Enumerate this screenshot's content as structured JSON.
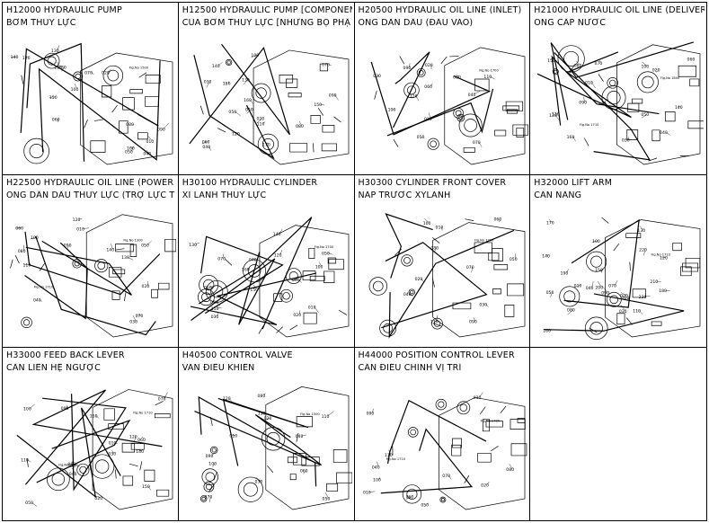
{
  "cells": [
    {
      "code": "H12000 HYDRAULIC PUMP",
      "vi": "BƠM THỦY LỰC"
    },
    {
      "code": "H12500 HYDRAULIC PUMP [COMPONEN",
      "vi": "CỦA BƠM THỦY LỰC [NHỮNG BỘ PHẬ"
    },
    {
      "code": "H20500 HYDRAULIC OIL LINE (INLET)",
      "vi": "ỐNG DẪN DẦU (ĐẦU VÀO)"
    },
    {
      "code": "H21000 HYDRAULIC OIL LINE (DELIVERY",
      "vi": "ỐNG CẤP NƯỚC"
    },
    {
      "code": "H22500 HYDRAULIC OIL LINE (POWER S",
      "vi": "ỐNG DẪN DẦU THỦY LỰC (TRỢ LỰC T"
    },
    {
      "code": "H30100 HYDRAULIC CYLINDER",
      "vi": "XI LANH THUỶ LỰC"
    },
    {
      "code": "H30300 CYLINDER FRONT COVER",
      "vi": "NẮP TRƯỚC XYLANH"
    },
    {
      "code": "H32000 LIFT ARM",
      "vi": "CẦN NÂNG"
    },
    {
      "code": "H33000 FEED BACK LEVER",
      "vi": "CẦN LIÊN HỆ NGƯỢC"
    },
    {
      "code": "H40500 CONTROL VALVE",
      "vi": "VAN ĐIỀU KHIỂN"
    },
    {
      "code": "H44000 POSITION CONTROL LEVER",
      "vi": "CẦN ĐIỀU CHỈNH VỊ TRÍ"
    }
  ],
  "part_labels": [
    [
      "010",
      "020",
      "030",
      "040",
      "050",
      "060",
      "070",
      "080",
      "090",
      "100",
      "110",
      "120",
      "130",
      "140",
      "150",
      "160"
    ],
    [
      "010",
      "020",
      "030",
      "040",
      "050",
      "060",
      "070",
      "080",
      "090",
      "100",
      "110",
      "120",
      "130",
      "140",
      "150",
      "160",
      "170",
      "180"
    ],
    [
      "010",
      "020",
      "030",
      "040",
      "050",
      "060",
      "070",
      "080",
      "090",
      "100",
      "110",
      "120"
    ],
    [
      "010",
      "020",
      "030",
      "040",
      "050",
      "060",
      "070",
      "080",
      "090",
      "100",
      "110",
      "120",
      "130",
      "140",
      "150",
      "160"
    ],
    [
      "010",
      "020",
      "030",
      "040",
      "050",
      "060",
      "070",
      "080",
      "090",
      "100",
      "110",
      "120",
      "130",
      "140"
    ],
    [
      "010",
      "020",
      "030",
      "040",
      "050",
      "060",
      "070",
      "080",
      "090",
      "100",
      "110",
      "120",
      "130",
      "140",
      "150",
      "160"
    ],
    [
      "010",
      "020",
      "030",
      "040",
      "050",
      "060",
      "070",
      "080",
      "090",
      "100",
      "110"
    ],
    [
      "010",
      "020",
      "030",
      "040",
      "050",
      "060",
      "070",
      "080",
      "090",
      "100",
      "110",
      "120",
      "130",
      "140",
      "150",
      "160",
      "170",
      "180",
      "190",
      "200",
      "210",
      "220",
      "230"
    ],
    [
      "010",
      "020",
      "030",
      "040",
      "050",
      "060",
      "070",
      "080",
      "090",
      "100",
      "110",
      "120",
      "130",
      "140",
      "150",
      "160"
    ],
    [
      "010",
      "020",
      "030",
      "040",
      "050",
      "060",
      "070",
      "080",
      "090",
      "100",
      "110",
      "120",
      "130"
    ],
    [
      "010",
      "020",
      "030",
      "040",
      "050",
      "060",
      "070",
      "080",
      "090",
      "100",
      "110"
    ]
  ],
  "fig_refs": [
    [
      "Fig.No 1500"
    ],
    [],
    [
      "Fig.No 1700"
    ],
    [
      "Fig.No 1800",
      "Fig.No 1710"
    ],
    [
      "Fig.No 1300",
      "Fig.No 1710"
    ],
    [
      "Fig.No 1700"
    ],
    [
      "Fig.No 1700"
    ],
    [
      "Fig.No 1710"
    ],
    [
      "Fig.No 1710",
      "Fig.No 1700"
    ],
    [
      "Fig.No 1500"
    ],
    [
      "Fig.No 1700",
      "Fig.No 1710"
    ]
  ],
  "colors": {
    "line": "#000000",
    "background": "#ffffff"
  }
}
